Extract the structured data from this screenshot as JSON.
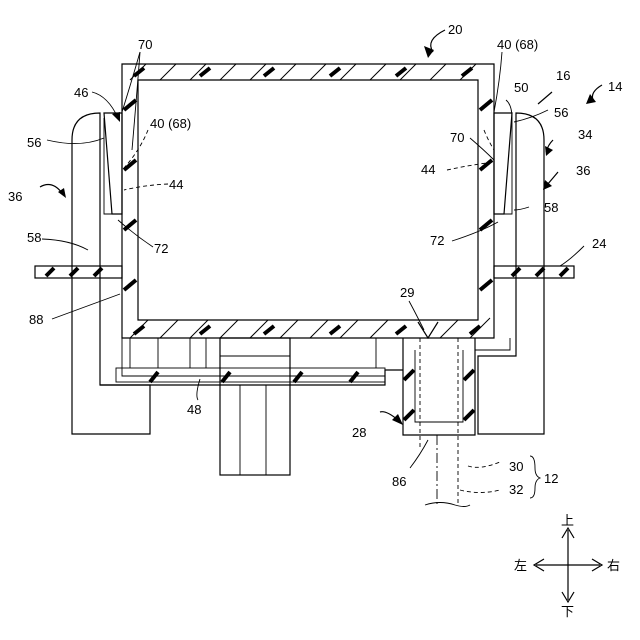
{
  "labels": {
    "l20": "20",
    "l14": "14",
    "l16": "16",
    "l50": "50",
    "l34": "34",
    "l36_left": "36",
    "l36_right": "36",
    "l70_top": "70",
    "l70_right": "70",
    "l40_left": "40 (68)",
    "l40_right": "40 (68)",
    "l46": "46",
    "l56_left": "56",
    "l56_right": "56",
    "l44_left": "44",
    "l44_right": "44",
    "l58_left": "58",
    "l58_right": "58",
    "l72_left": "72",
    "l72_right": "72",
    "l24": "24",
    "l88": "88",
    "l29": "29",
    "l48": "48",
    "l28": "28",
    "l86": "86",
    "l30": "30",
    "l32": "32",
    "l12": "12"
  },
  "compass": {
    "up": "上",
    "down": "下",
    "left": "左",
    "right": "右"
  }
}
